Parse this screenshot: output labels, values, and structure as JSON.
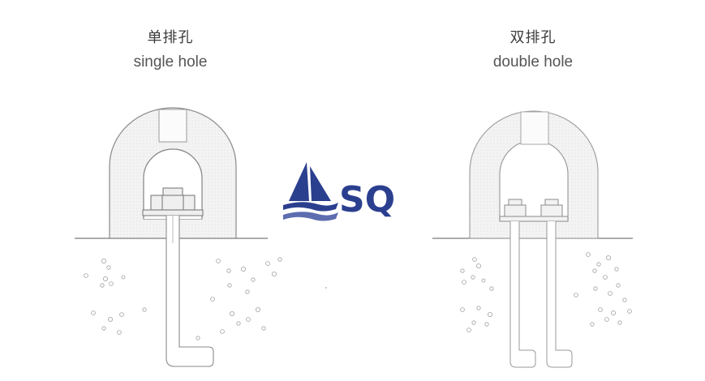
{
  "left": {
    "title_zh": "单排孔",
    "title_en": "single hole"
  },
  "right": {
    "title_zh": "双排孔",
    "title_en": "double hole"
  },
  "logo": {
    "text": "SQ",
    "icon": "sailboat-icon",
    "color": "#2b3f8f"
  },
  "colors": {
    "line": "#8a8a8a",
    "fill": "#f2f2f2",
    "soil": "#9a9a9a"
  }
}
